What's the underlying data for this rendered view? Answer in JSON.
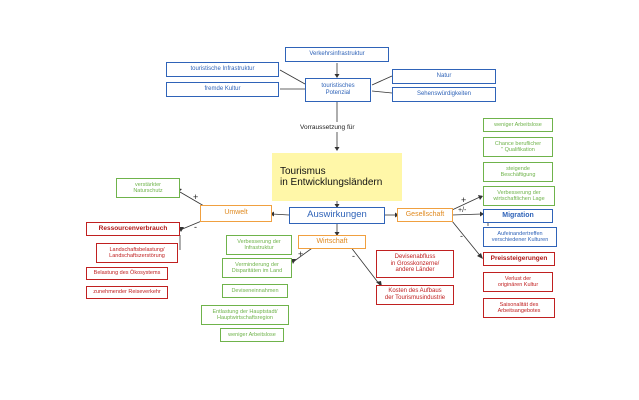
{
  "title": {
    "line1": "Tourismus",
    "line2": "in Entwicklungsländern"
  },
  "center_node": "touristisches\nPotenzial",
  "potential_factors": {
    "top": "Verkehrsinfrastruktur",
    "left_upper": "touristische Infrastruktur",
    "left_lower": "fremde Kultur",
    "right_upper": "Natur",
    "right_lower": "Sehenswürdigkeiten"
  },
  "prerequisite_label": "Vorraussetzung für",
  "auswirkungen": "Auswirkungen",
  "umwelt": {
    "label": "Umwelt",
    "plus_sign": "+",
    "minus_sign": "-",
    "positive": [
      "verstärkter\nNaturschutz"
    ],
    "negative_main": "Ressourcenverbrauch",
    "negative": [
      "Landschaftsbelastung/\nLandschaftszerstörung",
      "Belastung des Ökosystems",
      "zunehmender Reiseverkehr"
    ]
  },
  "wirtschaft": {
    "label": "Wirtschaft",
    "plus_sign": "+",
    "minus_sign": "-",
    "positive": [
      "Verbesserung der\nInfrastruktur",
      "Verminderung der\nDisparitäten im Land",
      "Deviseneinnahmen",
      "Entlastung der Hauptstadt/\nHauptwirtschaftsregion",
      "weniger Arbeitslose"
    ],
    "negative": [
      "Devisenabfluss\nin Grosskonzerne/\nandere Länder",
      "Kosten des Aufbaus\nder Tourismusindustrie"
    ]
  },
  "gesellschaft": {
    "label": "Gesellschaft",
    "plus_sign": "+",
    "plus_minus_sign": "+/-",
    "minus_sign": "-",
    "positive": [
      "weniger Arbeitslose",
      "Chance beruflicher\n\" Qualifikation",
      "steigende\nBeschäftigung",
      "Verbesserung der\nwirtschaftlichen Lage"
    ],
    "neutral_main": "Migration",
    "neutral": [
      "Aufeinandertreffen\nverschiedener Kulturen"
    ],
    "negative_main": "Preissteigerungen",
    "negative": [
      "Verlust der\noriginären Kultur",
      "Saisonalität des\nArbeitsangebotes"
    ]
  },
  "colors": {
    "blue": "#2f63b8",
    "green": "#6fb34b",
    "red": "#c02020",
    "orange": "#f0a040",
    "title_bg": "#fff7a8"
  }
}
